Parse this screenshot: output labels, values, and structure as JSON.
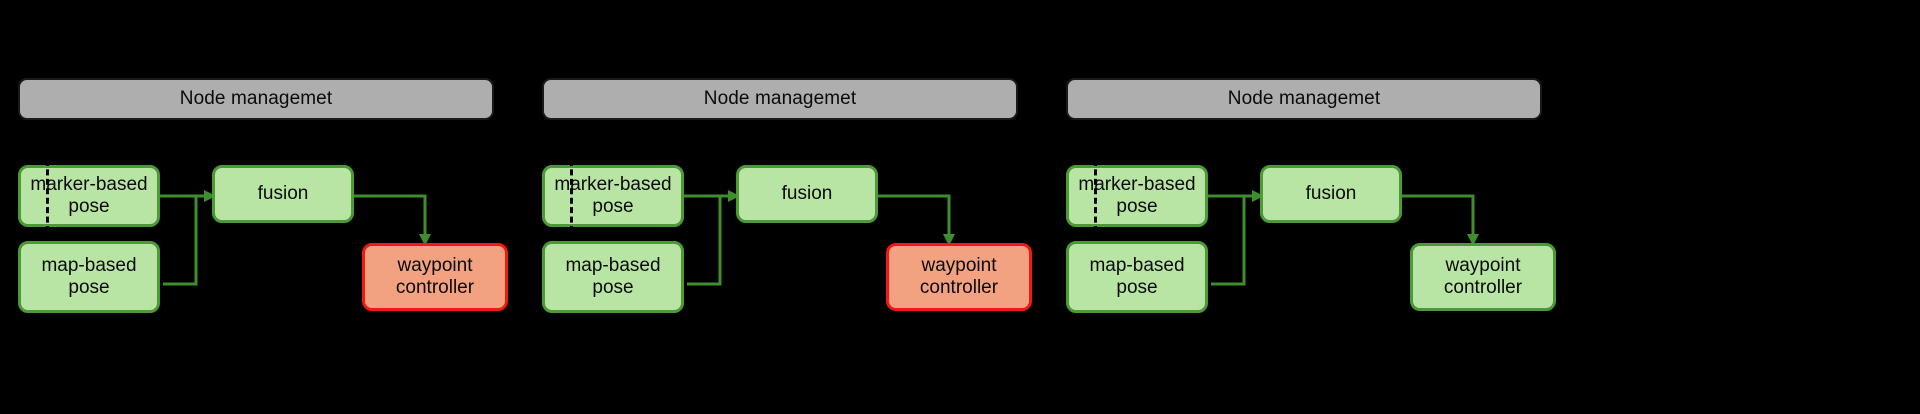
{
  "background_color": "#000000",
  "diagram": {
    "title_repeated": "Node managemet",
    "panel_count": 3,
    "colors": {
      "header_fill": "#AEAEAE",
      "header_stroke": "#1a1a1a",
      "node_green_fill": "#B9E5A4",
      "node_green_stroke": "#4C9A36",
      "node_red_fill": "#F2A181",
      "node_red_stroke": "#F01A12",
      "wire": "#3E8E2E",
      "dashed_divider": "#000000"
    },
    "panels": [
      {
        "id": "panel-1",
        "header": "Node managemet",
        "nodes": {
          "marker": "marker-based pose",
          "map": "map-based pose",
          "fusion": "fusion",
          "waypoint": "waypoint controller"
        },
        "waypoint_state": "red"
      },
      {
        "id": "panel-2",
        "header": "Node managemet",
        "nodes": {
          "marker": "marker-based pose",
          "map": "map-based pose",
          "fusion": "fusion",
          "waypoint": "waypoint controller"
        },
        "waypoint_state": "red"
      },
      {
        "id": "panel-3",
        "header": "Node managemet",
        "nodes": {
          "marker": "marker-based pose",
          "map": "map-based pose",
          "fusion": "fusion",
          "waypoint": "waypoint controller"
        },
        "waypoint_state": "green"
      }
    ],
    "edges": [
      {
        "from": "marker-based pose",
        "to": "fusion",
        "style": "solid-arrow"
      },
      {
        "from": "map-based pose",
        "to": "fusion",
        "style": "solid-arrow-merge"
      },
      {
        "from": "fusion",
        "to": "waypoint controller",
        "style": "solid-arrow-elbow-down"
      }
    ]
  }
}
